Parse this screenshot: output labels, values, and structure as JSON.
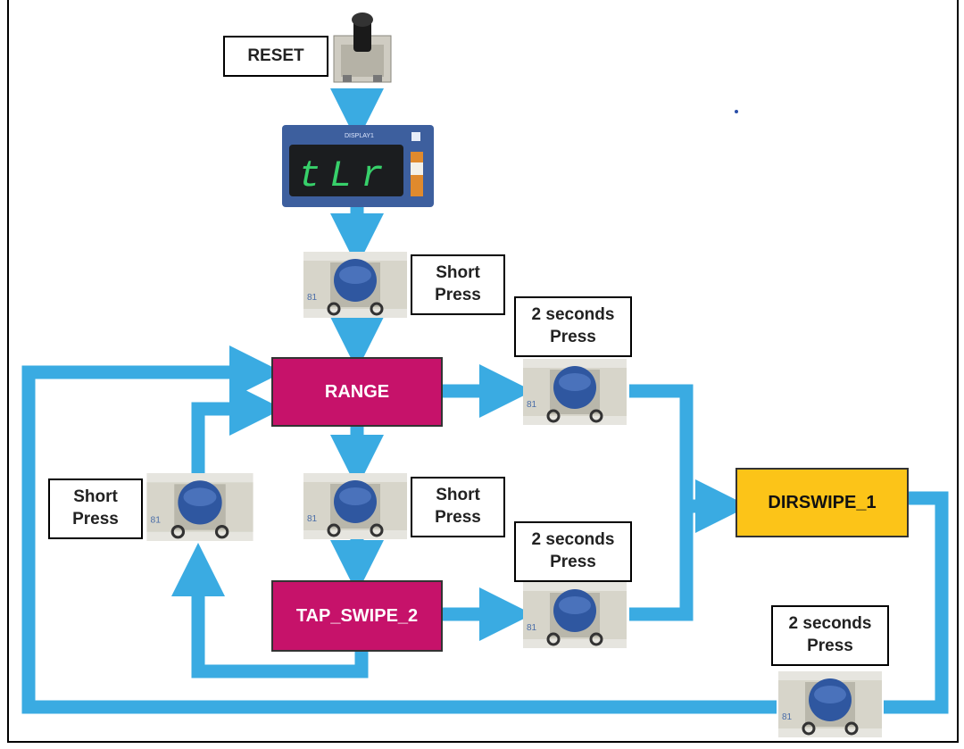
{
  "labels": {
    "reset": "RESET",
    "short_press": "Short\nPress",
    "two_sec_press": "2 seconds\nPress"
  },
  "states": {
    "range": "RANGE",
    "tap_swipe": "TAP_SWIPE_2",
    "dirswipe": "DIRSWIPE_1"
  },
  "display": {
    "title": "DISPLAY1",
    "readout": "tLr"
  },
  "colors": {
    "arrow": "#3aabe2",
    "state_magenta": "#c6126a",
    "state_yellow": "#fcc418",
    "button_cap": "#2f57a0"
  },
  "icons": [
    "push-button-icon",
    "seven-segment-display-icon"
  ]
}
